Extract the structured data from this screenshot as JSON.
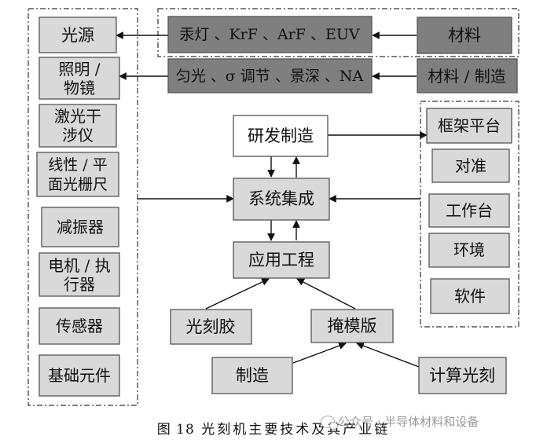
{
  "diagram": {
    "nodes": {
      "light_source": "光源",
      "lighting_lens": [
        "照明 /",
        "物镜"
      ],
      "laser_interferometer": [
        "激光干",
        "涉仪"
      ],
      "grating_ruler": [
        "线性 / 平",
        "面光栅尺"
      ],
      "vibration_damper": "减振器",
      "motor_actuator": [
        "电机 / 执",
        "行器"
      ],
      "sensor": "传感器",
      "basic_components": "基础元件",
      "light_types": "汞灯 、KrF 、ArF 、EUV",
      "light_params": "匀光 、σ 调节 、景深 、NA",
      "material_top": "材料",
      "material_manufacture": "材料 / 制造",
      "rd_manufacturing": "研发制造",
      "system_integration": "系统集成",
      "application_engineering": "应用工程",
      "photoresist": "光刻胶",
      "photomask": "掩模版",
      "manufacture": "制造",
      "computational_lithography": "计算光刻",
      "frame_platform": "框架平台",
      "alignment": "对准",
      "work_stage": "工作台",
      "environment": "环境",
      "software": "软件"
    },
    "colors": {
      "dark": "#7f7f7f",
      "medium": "#d9d9d9",
      "white": "#ffffff"
    }
  },
  "caption": {
    "figure_number": "图 18",
    "text": "光刻机主要技术及其产业链"
  },
  "watermark": {
    "text": "公众号 · 半导体材料和设备",
    "icon": "wechat-icon"
  }
}
